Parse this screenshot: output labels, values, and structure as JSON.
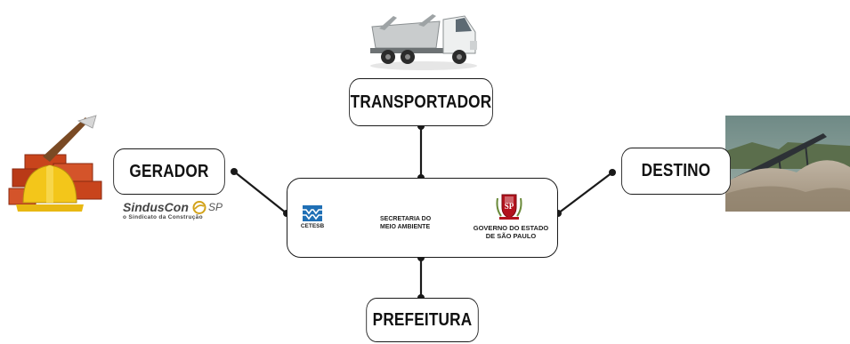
{
  "nodes": {
    "transportador": "TRANSPORTADOR",
    "gerador": "GERADOR",
    "destino": "DESTINO",
    "prefeitura": "PREFEITURA"
  },
  "center": {
    "cetesb": "CETESB",
    "secretaria_line1": "SECRETARIA DO",
    "secretaria_line2": "MEIO AMBIENTE",
    "sp_seal_text": "SP",
    "governo_line1": "GOVERNO DO ESTADO",
    "governo_line2": "DE SÃO PAULO"
  },
  "sinduscon": {
    "name": "SindusCon",
    "suffix": "SP",
    "tagline": "o Sindicato da Construção"
  },
  "colors": {
    "line": "#1a1a1a",
    "cetesb_blue": "#1f6fb5",
    "sinduscon_gold": "#d2a21a",
    "seal_red": "#b3121d",
    "helmet_yellow": "#f3c61a",
    "brick": "#c8441c"
  }
}
